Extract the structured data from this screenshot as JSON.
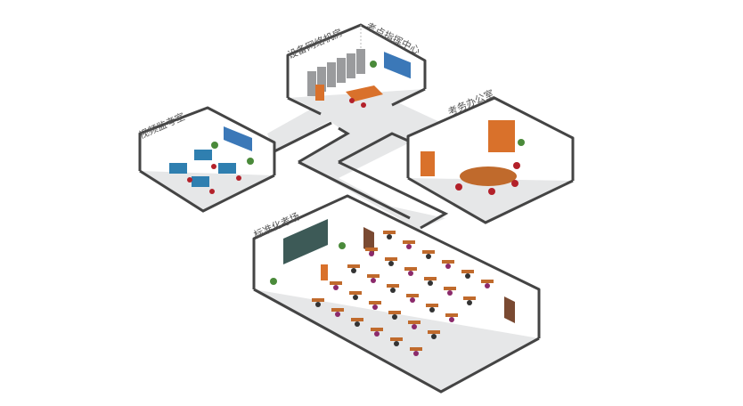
{
  "title": "考点布局示意图",
  "rooms": {
    "server": "设备网络机房",
    "command": "考点指挥中心",
    "video": "视频监考室",
    "office": "考务办公室",
    "exam": "标准化考场"
  },
  "colors": {
    "wall": "#444444",
    "floor": "#e6e7e8",
    "board": "#3d5a57",
    "cabinet": "#d9712b",
    "screen": "#3b78b8",
    "chair": "#b3212a"
  }
}
